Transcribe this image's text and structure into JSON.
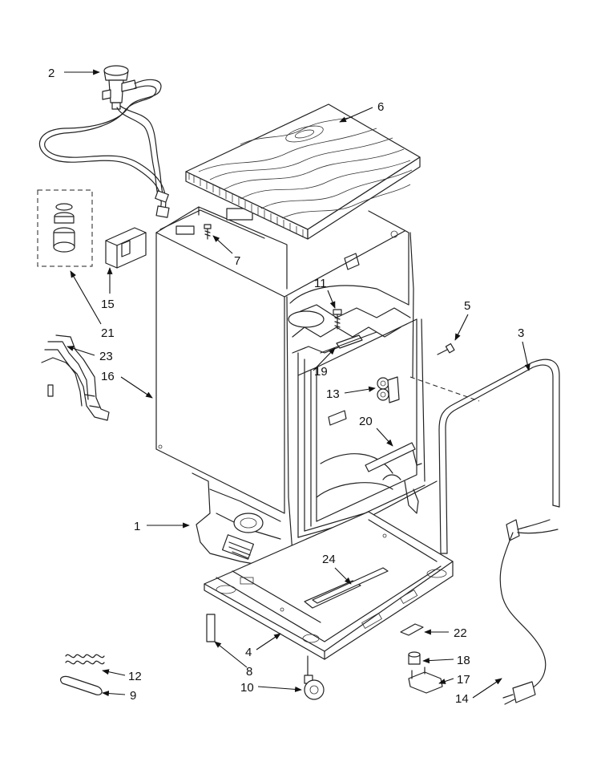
{
  "callouts": [
    {
      "id": "1",
      "label": "1"
    },
    {
      "id": "2",
      "label": "2"
    },
    {
      "id": "3",
      "label": "3"
    },
    {
      "id": "4",
      "label": "4"
    },
    {
      "id": "5",
      "label": "5"
    },
    {
      "id": "6",
      "label": "6"
    },
    {
      "id": "7",
      "label": "7"
    },
    {
      "id": "8",
      "label": "8"
    },
    {
      "id": "9",
      "label": "9"
    },
    {
      "id": "10",
      "label": "10"
    },
    {
      "id": "11",
      "label": "11"
    },
    {
      "id": "12",
      "label": "12"
    },
    {
      "id": "13",
      "label": "13"
    },
    {
      "id": "14",
      "label": "14"
    },
    {
      "id": "15",
      "label": "15"
    },
    {
      "id": "16",
      "label": "16"
    },
    {
      "id": "17",
      "label": "17"
    },
    {
      "id": "18",
      "label": "18"
    },
    {
      "id": "19",
      "label": "19"
    },
    {
      "id": "20",
      "label": "20"
    },
    {
      "id": "21",
      "label": "21"
    },
    {
      "id": "22",
      "label": "22"
    },
    {
      "id": "23",
      "label": "23"
    },
    {
      "id": "24",
      "label": "24"
    }
  ],
  "colors": {
    "line": "#222222",
    "background": "#ffffff"
  }
}
